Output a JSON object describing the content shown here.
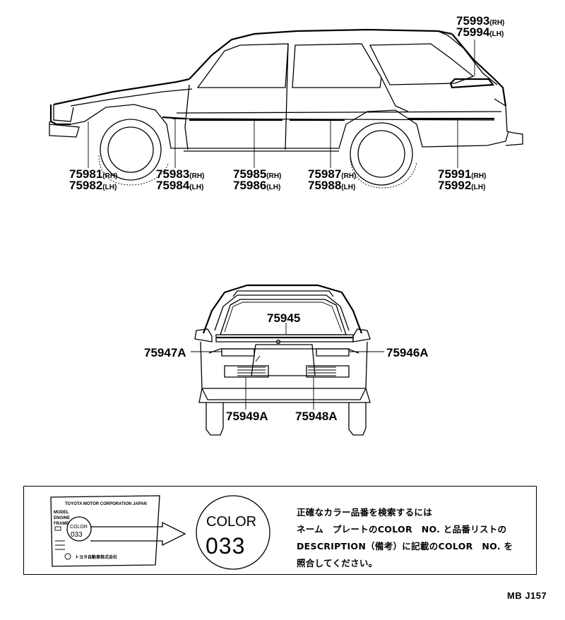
{
  "side_view": {
    "labels": [
      {
        "id": "rear-quarter-top",
        "rh": "75993",
        "lh": "75994"
      },
      {
        "id": "front-fender",
        "rh": "75981",
        "lh": "75982"
      },
      {
        "id": "front-door-front",
        "rh": "75983",
        "lh": "75984"
      },
      {
        "id": "front-door",
        "rh": "75985",
        "lh": "75986"
      },
      {
        "id": "rear-door",
        "rh": "75987",
        "lh": "75988"
      },
      {
        "id": "rear-quarter",
        "rh": "75991",
        "lh": "75992"
      }
    ],
    "rh_suffix": "(RH)",
    "lh_suffix": "(LH)"
  },
  "rear_view": {
    "labels": {
      "top": "75945",
      "left_upper": "75947A",
      "right_upper": "75946A",
      "left_lower": "75949A",
      "right_lower": "75948A"
    }
  },
  "color_plate": {
    "plate_title": "TOYOTA MOTOR CORPORATION JAPAN",
    "plate_rows": [
      "MODEL",
      "ENGINE",
      "FRAME"
    ],
    "plate_color_label": "COLOR",
    "plate_color_number": "033",
    "plate_footer": "トヨタ自動車株式会社",
    "big_color_label": "COLOR",
    "big_color_number": "033",
    "note_lines": [
      "正確なカラー品番を検索するには",
      "ネーム　プレートのCOLOR　NO. と品番リストの",
      "DESCRIPTION（備考）に記載のCOLOR　NO. を",
      "照合してください。"
    ]
  },
  "drawing_code": "MB J157"
}
